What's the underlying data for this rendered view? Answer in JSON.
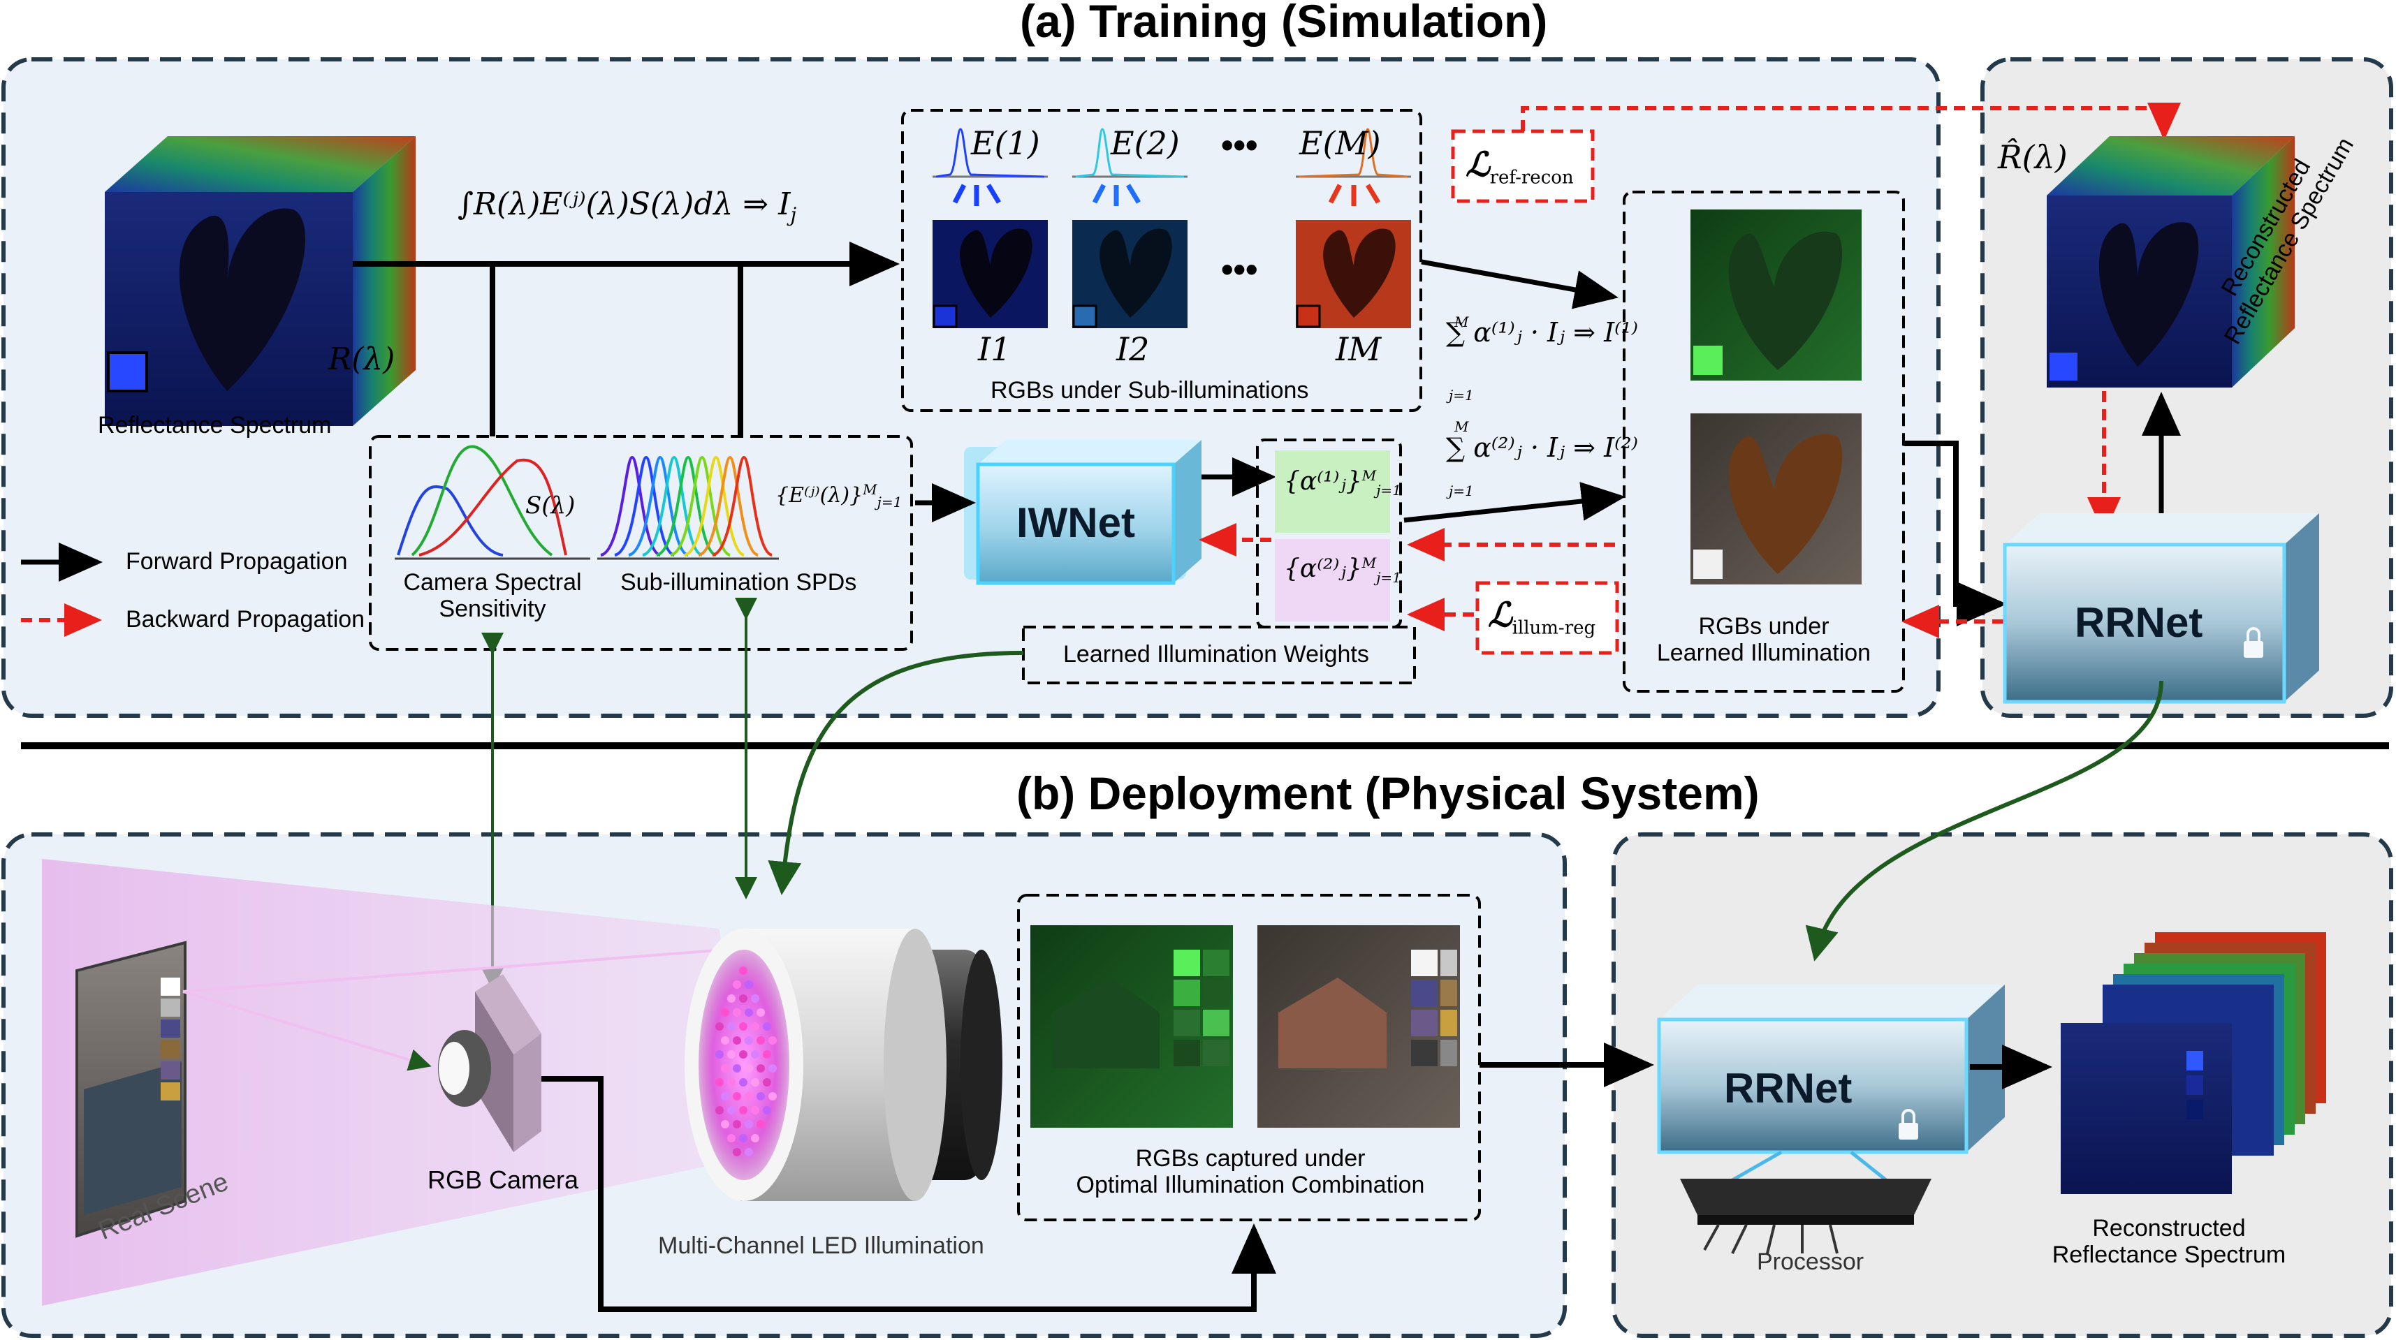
{
  "titles": {
    "training": "(a) Training (Simulation)",
    "deployment": "(b) Deployment  (Physical System)"
  },
  "training": {
    "reflectance_label": "Reflectance Spectrum",
    "r_lambda": "R(λ)",
    "integral_formula": "∫R(λ)E⁽ʲ⁾(λ)S(λ)dλ ⇒ I",
    "integral_sub": "j",
    "illum_labels": [
      "E(1)",
      "E(2)",
      "•••",
      "E(M)"
    ],
    "image_labels": [
      "I1",
      "I2",
      "IM"
    ],
    "sub_illum_caption": "RGBs under Sub-illuminations",
    "camera_caption_line1": "Camera Spectral",
    "camera_caption_line2": "Sensitivity",
    "s_lambda": "S(λ)",
    "spd_caption": "Sub-illumination SPDs",
    "spd_set": "{E⁽ʲ⁾(λ)}",
    "spd_set_sup": "M",
    "spd_set_sub": "j=1",
    "iwnet": "IWNet",
    "alpha1": "{α⁽¹⁾ⱼ}",
    "alpha2": "{α⁽²⁾ⱼ}",
    "alpha_sup": "M",
    "alpha_sub": "j=1",
    "weights_caption": "Learned Illumination Weights",
    "sum1": "∑ α⁽¹⁾ⱼ · Iⱼ ⇒ I⁽¹⁾",
    "sum2": "∑ α⁽²⁾ⱼ · Iⱼ ⇒ I⁽²⁾",
    "sum_top": "M",
    "sum_bottom": "j=1",
    "learned_caption_line1": "RGBs under",
    "learned_caption_line2": "Learned Illumination",
    "loss_recon": "ℒ",
    "loss_recon_sub": "ref-recon",
    "loss_reg": "ℒ",
    "loss_reg_sub": "illum-reg",
    "rhat_lambda": "R̂(λ)",
    "reconstructed_rot": "Reconstructed",
    "reconstructed_rot2": "Reflectance Spectrum",
    "rrnet": "RRNet",
    "legend_forward": "Forward Propagation",
    "legend_backward": "Backward Propagation"
  },
  "deployment": {
    "real_scene": "Real Scene",
    "rgb_camera": "RGB Camera",
    "led_caption": "Multi-Channel LED Illumination",
    "captured_line1": "RGBs captured under",
    "captured_line2": "Optimal Illumination Combination",
    "rrnet": "RRNet",
    "processor": "Processor",
    "recon_line1": "Reconstructed",
    "recon_line2": "Reflectance Spectrum"
  },
  "colors": {
    "panel_blue": "#eaf1f8",
    "panel_gray": "#ebebeb",
    "forward": "#000000",
    "backward": "#e8201c",
    "green_arrow": "#1e5a1e",
    "net_glow": "#4ad3ff"
  }
}
